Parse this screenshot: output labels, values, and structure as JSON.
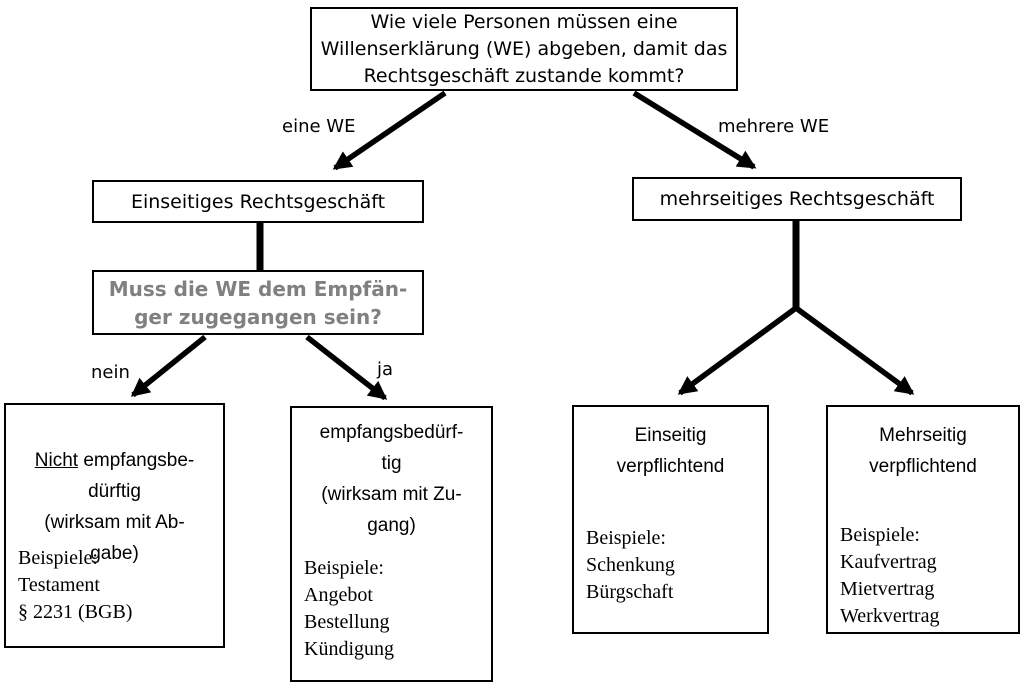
{
  "diagram": {
    "root_question": "Wie viele Personen müssen eine Willenserklärung (WE) abgeben, damit das Rechtsgeschäft zustande kommt?",
    "branch_labels": {
      "one_we": "eine WE",
      "many_we": "mehrere WE"
    },
    "level2": {
      "unilateral": "Einseitiges Rechtsgeschäft",
      "multilateral": "mehrseitiges Rechtsgeschäft"
    },
    "receipt_question": "Muss die WE dem Empfän-\nger zugegangen sein?",
    "answer_labels": {
      "no": "nein",
      "yes": "ja"
    },
    "leaves": {
      "not_receipt_required": {
        "title_underlined": "Nicht",
        "title_rest": " empfangsbe-\ndürftig\n(wirksam mit Ab-\ngabe)",
        "examples": "Beispiele:\nTestament\n§ 2231 (BGB)"
      },
      "receipt_required": {
        "title": "empfangsbedürf-\ntig\n(wirksam mit Zu-\ngang)",
        "examples": "Beispiele:\nAngebot\nBestellung\nKündigung"
      },
      "unilaterally_binding": {
        "title": "Einseitig\nverpflichtend",
        "examples": "Beispiele:\nSchenkung\nBürgschaft"
      },
      "multilaterally_binding": {
        "title": "Mehrseitig\nverpflichtend",
        "examples": "Beispiele:\nKaufvertrag\nMietvertrag\nWerkvertrag"
      }
    },
    "colors": {
      "line": "#000000",
      "text": "#000000",
      "question_text": "#808080",
      "background": "#ffffff"
    }
  }
}
